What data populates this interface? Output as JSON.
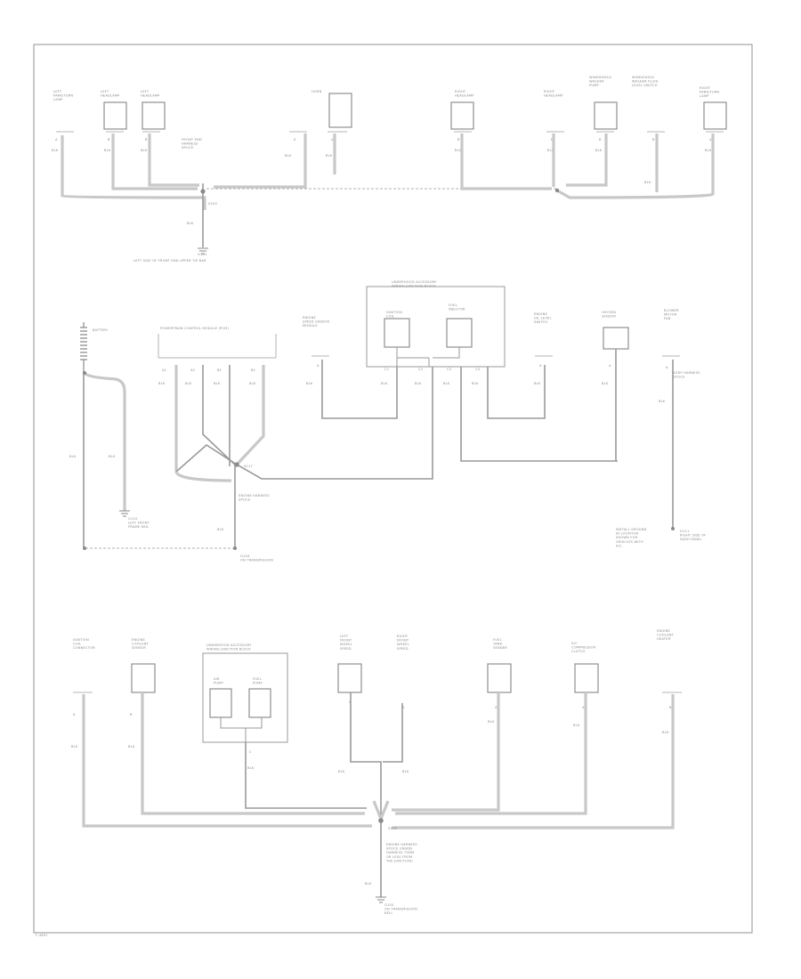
{
  "section_top": {
    "components": [
      {
        "label": "LEFT\nPARK/TURN\nLAMP",
        "pin": "A",
        "wire": "BLK"
      },
      {
        "label": "LEFT\nHEADLAMP",
        "pin": "B",
        "wire": "BLK"
      },
      {
        "label": "LEFT\nHEADLAMP",
        "pin": "B",
        "wire": "BLK"
      },
      {
        "label": "HORN",
        "pin": "A",
        "wire": "BLK"
      },
      {
        "label": "HORN",
        "pin": "A",
        "wire": "BLK"
      },
      {
        "label": "RIGHT\nHEADLAMP",
        "pin": "B",
        "wire": "BLK"
      },
      {
        "label": "RIGHT\nHEADLAMP",
        "pin": "B",
        "wire": "BLK"
      },
      {
        "label": "WINDSHIELD\nWASHER\nPUMP",
        "pin": "B",
        "wire": "BLK"
      },
      {
        "label": "WINDSHIELD\nWASHER FLUID\nLEVEL SWITCH",
        "pin": "B",
        "wire": "BLK"
      },
      {
        "label": "RIGHT\nPARK/TURN\nLAMP",
        "pin": "A",
        "wire": "BLK"
      }
    ],
    "splice_note": "FRONT END\nHARNESS\nSPLICE",
    "splice_id": "S100",
    "ground_wire": "BLK",
    "ground_id": "G101",
    "ground_desc": "LEFT SIDE OF FRONT END UPPER TIE BAR"
  },
  "section_mid": {
    "battery_label": "BATTERY",
    "pcm_label": "POWERTRAIN CONTROL MODULE (PCM)",
    "components": [
      {
        "label": "ENGINE\nSPEED SENSOR\nMODULE",
        "pin": "A",
        "wire": "BLK"
      },
      {
        "label": "IGNITION\nCOIL",
        "pin": "A",
        "wire": "BLK"
      },
      {
        "label": "FUEL\nINJECTOR",
        "pin": "A",
        "wire": "BLK"
      },
      {
        "label": "ENGINE\nOIL LEVEL\nSWITCH",
        "pin": "A",
        "wire": "BLK"
      },
      {
        "label": "OXYGEN\nSENSOR",
        "pin": "A",
        "wire": "BLK"
      },
      {
        "label": "BLOWER\nMOTOR\nFAN",
        "pin": "A",
        "wire": "BLK"
      }
    ],
    "underhood_label": "UNDERHOOD ACCESSORY\nWIRING JUNCTION BLOCK",
    "splice_id": "S117",
    "splice_note": "ENGINE HARNESS\nSPLICE",
    "battery_ground": "G110\nLEFT FRONT\nFRAME RAIL",
    "main_ground": "G104\nON TRANSMISSION",
    "blower_note": "BODY HARNESS\nSPLICE",
    "right_ground": "G111\nRIGHT SIDE OF\nDASH PANEL",
    "right_note": "INSTALL GROUND\nIN LOCATION\nSHOWN FOR\nVEHICLES WITH\nA/C"
  },
  "section_bot": {
    "components": [
      {
        "label": "IGNITION\nCOIL\nCONNECTOR",
        "pin": "A",
        "wire": "BLK"
      },
      {
        "label": "ENGINE\nCOOLANT\nSENSOR",
        "pin": "B",
        "wire": "BLK"
      },
      {
        "label": "UNDERHOOD ACCESSORY\nWIRING JUNCTION BLOCK",
        "pin": "C",
        "wire": "BLK"
      },
      {
        "label": "LEFT\nFRONT\nWHEEL\nSPEED",
        "pin": "A",
        "wire": "BLK"
      },
      {
        "label": "RIGHT\nFRONT\nWHEEL\nSPEED",
        "pin": "A",
        "wire": "BLK"
      },
      {
        "label": "FUEL\nTANK\nSENDER",
        "pin": "A",
        "wire": "BLK"
      },
      {
        "label": "A/C\nCOMPRESSOR\nCLUTCH",
        "pin": "A",
        "wire": "BLK"
      },
      {
        "label": "ENGINE\nCOOLANT\nHEATER",
        "pin": "B",
        "wire": "BLK"
      }
    ],
    "jb_labels": [
      "AIR\nPUMP",
      "FUEL\nPUMP"
    ],
    "splice_id": "S106",
    "splice_note": "ENGINE HARNESS\nSPLICE (INSIDE\nHARNESS 75MM\nOR LESS FROM\nTHE JUNCTION)",
    "ground_wire": "BLK",
    "ground_id": "G103\nON TRANSMISSION\nBELL"
  },
  "footer_code": "F-4891"
}
